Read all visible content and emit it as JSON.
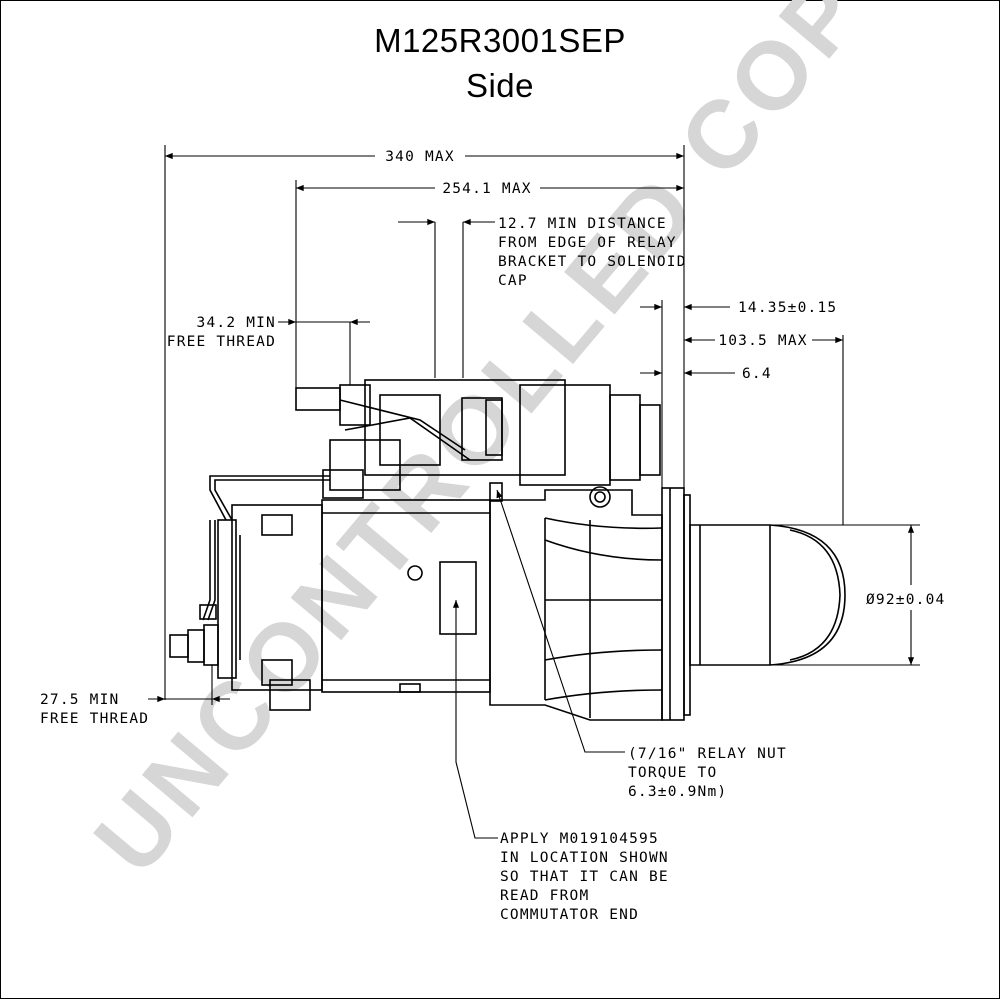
{
  "title": "M125R3001SEP",
  "subtitle": "Side",
  "watermark": "UNCONTROLLED COPY",
  "dimensions": {
    "overall_length": "340 MAX",
    "length_254": "254.1 MAX",
    "min_distance_lines": [
      "12.7 MIN DISTANCE",
      "FROM EDGE OF RELAY",
      "BRACKET TO SOLENOID",
      "CAP"
    ],
    "flange_thickness": "14.35±0.15",
    "nose_length": "103.5 MAX",
    "offset": "6.4",
    "free_thread_top_lines": [
      "34.2 MIN",
      "FREE THREAD"
    ],
    "free_thread_bottom_lines": [
      "27.5 MIN",
      "FREE THREAD"
    ],
    "pilot_diameter": "Ø92±0.04"
  },
  "notes": {
    "relay_nut_lines": [
      "(7/16\" RELAY NUT",
      "TORQUE TO",
      "6.3±0.9Nm)"
    ],
    "apply_lines": [
      "APPLY M019104595",
      "IN LOCATION SHOWN",
      "SO THAT IT CAN BE",
      "READ FROM",
      "COMMUTATOR END"
    ]
  }
}
